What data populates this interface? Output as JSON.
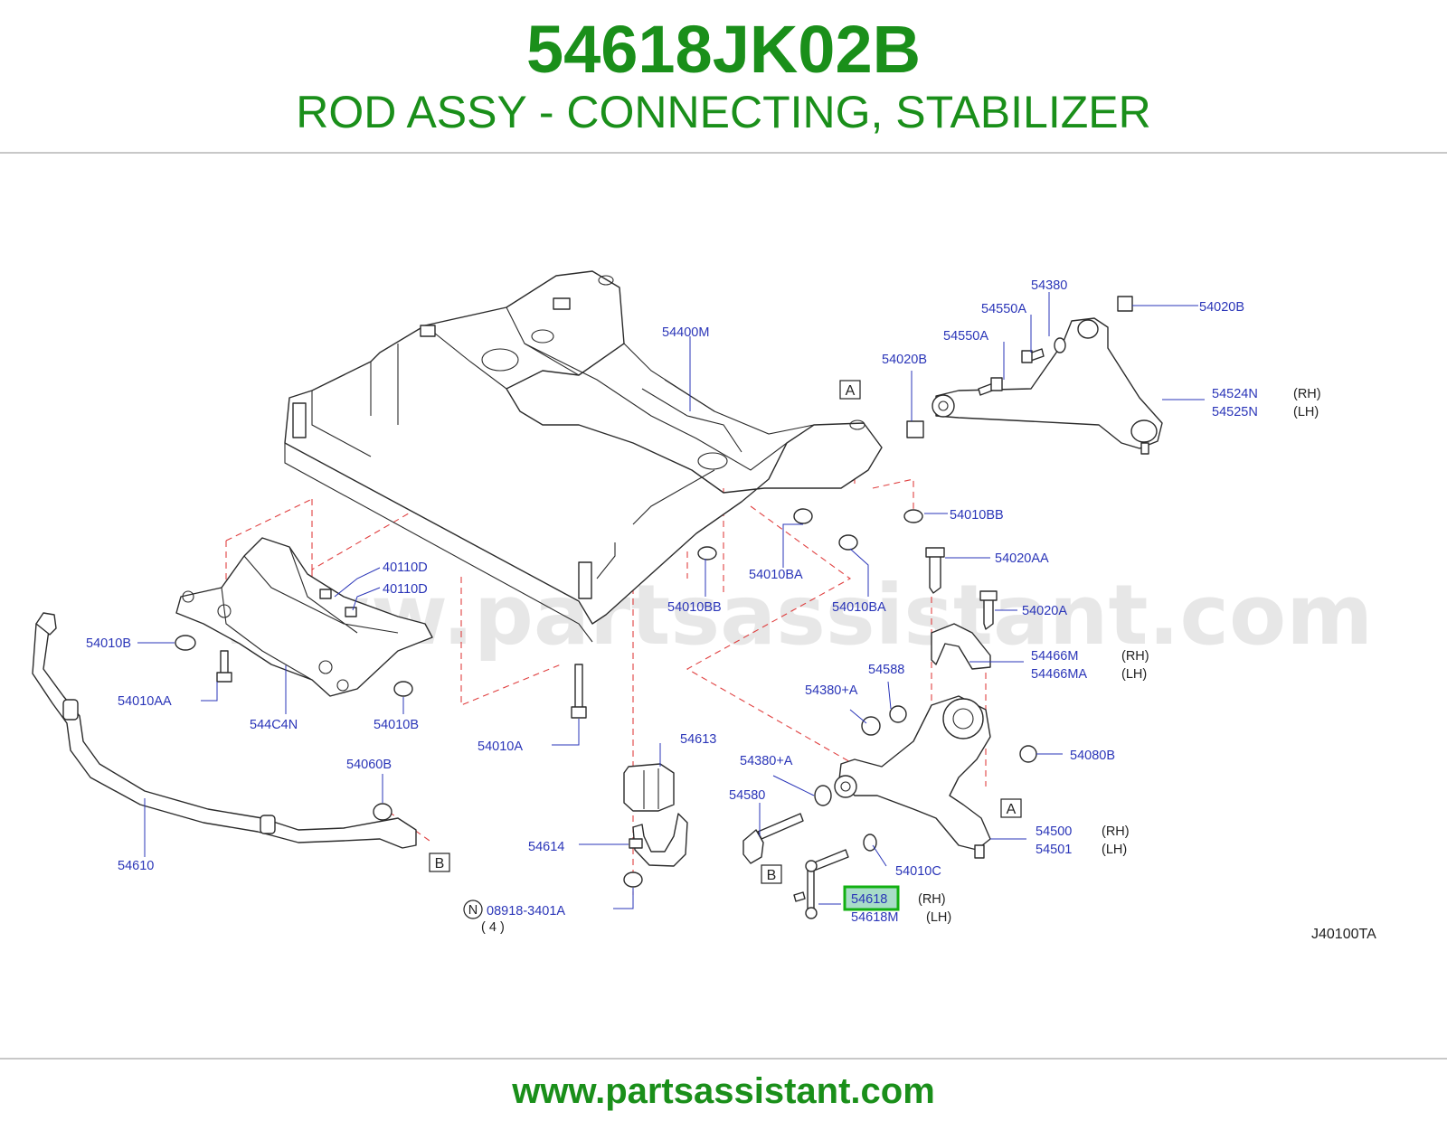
{
  "header": {
    "part_number": "54618JK02B",
    "title": "ROD ASSY - CONNECTING, STABILIZER"
  },
  "diagram": {
    "code": "J40100TA",
    "watermark": "www.partsassistant.com",
    "callouts": {
      "c54400M": "54400M",
      "c54380": "54380",
      "c54550A_1": "54550A",
      "c54550A_2": "54550A",
      "c54020B_1": "54020B",
      "c54020B_2": "54020B",
      "c54524N": "54524N",
      "c54525N": "54525N",
      "c54010BB_1": "54010BB",
      "c54010BB_2": "54010BB",
      "c54020AA": "54020AA",
      "c54010BA_1": "54010BA",
      "c54010BA_2": "54010BA",
      "c54020A": "54020A",
      "c40110D_1": "40110D",
      "c40110D_2": "40110D",
      "c54010B_1": "54010B",
      "c54010B_2": "54010B",
      "c54010AA": "54010AA",
      "c544C4N": "544C4N",
      "c54466M": "54466M",
      "c54466MA": "54466MA",
      "c54380A_1": "54380+A",
      "c54380A_2": "54380+A",
      "c54588": "54588",
      "c54010A": "54010A",
      "c54613": "54613",
      "c54080B": "54080B",
      "c54060B": "54060B",
      "c54580": "54580",
      "c54500": "54500",
      "c54501": "54501",
      "c54614": "54614",
      "c54010C": "54010C",
      "c54610": "54610",
      "c54618": "54618",
      "c54618M": "54618M",
      "c08918": "08918-3401A",
      "c08918_qty": "( 4 )",
      "n_circle": "N"
    },
    "sides": {
      "s54524N": "(RH)",
      "s54525N": "(LH)",
      "s54466M": "(RH)",
      "s54466MA": "(LH)",
      "s54500": "(RH)",
      "s54501": "(LH)",
      "s54618": "(RH)",
      "s54618M": "(LH)"
    },
    "refs": {
      "a_top": "A",
      "a_bottom": "A",
      "b_left": "B",
      "b_right": "B"
    }
  },
  "footer": {
    "url": "www.partsassistant.com"
  }
}
